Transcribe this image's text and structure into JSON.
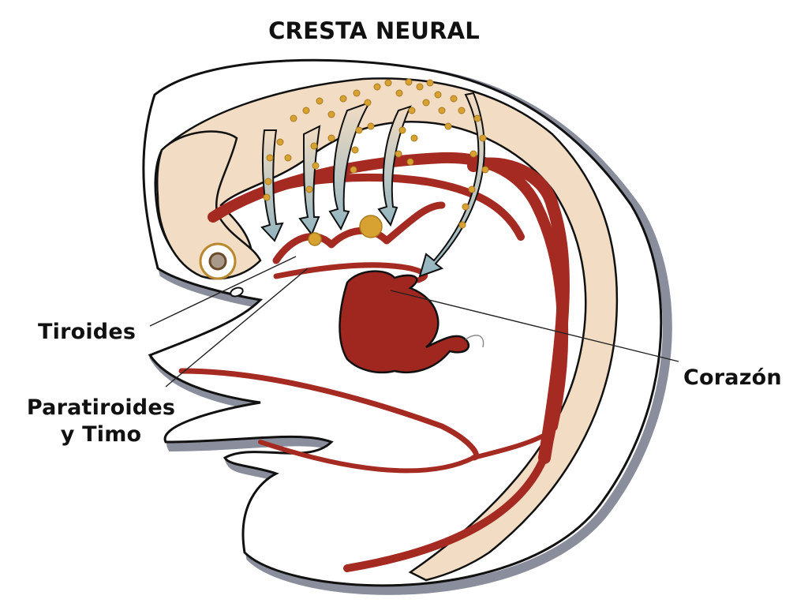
{
  "title": "CRESTA NEURAL",
  "labels": {
    "tiroides": "Tiroides",
    "paratiroides_line1": "Paratiroides",
    "paratiroides_line2": "y Timo",
    "corazon": "Corazón"
  },
  "colors": {
    "tissue": "#f2dcc3",
    "vessels": "#a42a22",
    "heart": "#a0271f",
    "cells": "#d8a232",
    "arrows": "#9fbcc6",
    "outline": "#111111",
    "shadow": "#8a8d9c",
    "background": "#ffffff"
  }
}
